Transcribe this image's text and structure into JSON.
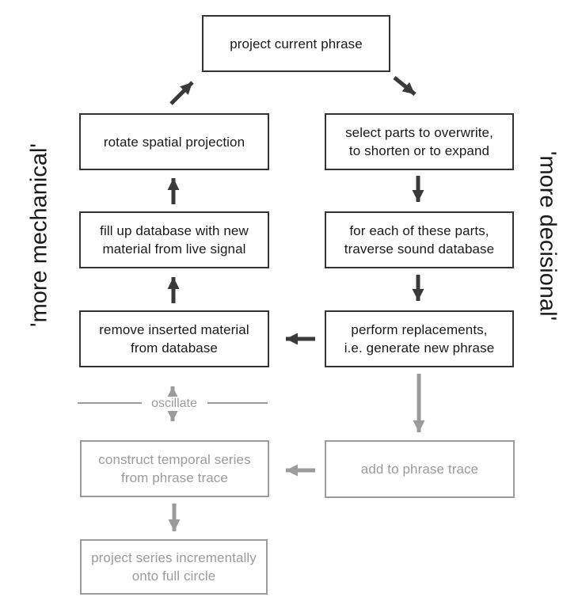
{
  "colors": {
    "dark": "#3a3a3a",
    "dark_border": "#333333",
    "gray": "#9b9b9b",
    "background": "#ffffff"
  },
  "side_labels": {
    "left": "'more mechanical'",
    "right": "'more decisional'"
  },
  "oscillate": {
    "label": "oscillate"
  },
  "nodes": {
    "project_current_phrase": {
      "lines": [
        "project current phrase"
      ]
    },
    "rotate_spatial_projection": {
      "lines": [
        "rotate spatial projection"
      ]
    },
    "select_parts": {
      "lines": [
        "select parts to overwrite,",
        "to shorten or to expand"
      ]
    },
    "fill_up_database": {
      "lines": [
        "fill up database with new",
        "material from live signal"
      ]
    },
    "for_each_parts": {
      "lines": [
        "for each of these parts,",
        "traverse sound database"
      ]
    },
    "remove_inserted_material": {
      "lines": [
        "remove inserted material",
        "from database"
      ]
    },
    "perform_replacements": {
      "lines": [
        "perform replacements,",
        "i.e. generate new phrase"
      ]
    },
    "construct_temporal_series": {
      "lines": [
        "construct temporal series",
        "from phrase trace"
      ]
    },
    "add_to_phrase_trace": {
      "lines": [
        "add to phrase trace"
      ]
    },
    "project_series_incrementally": {
      "lines": [
        "project series incrementally",
        "onto full circle"
      ]
    }
  }
}
